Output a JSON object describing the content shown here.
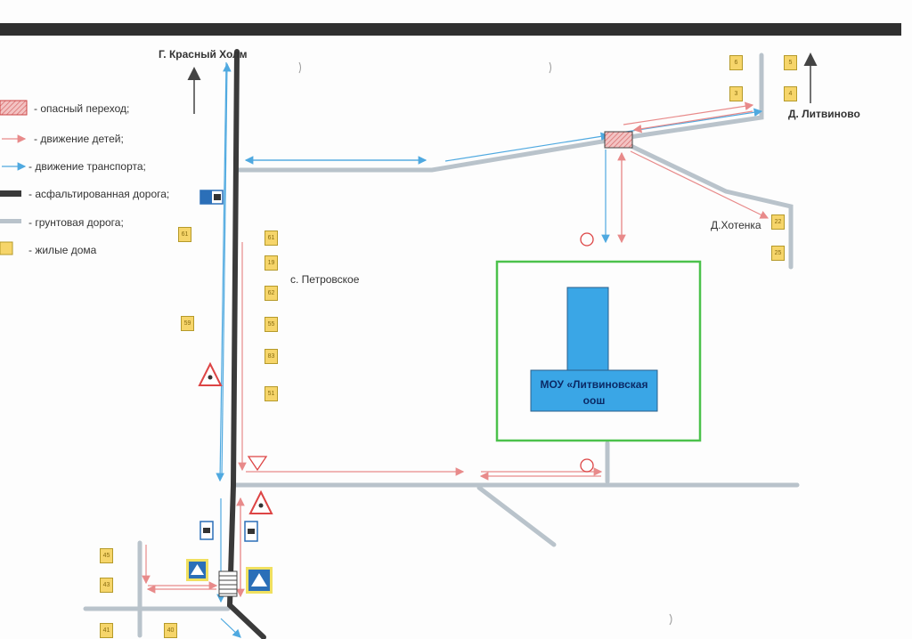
{
  "legend": {
    "dangerous_crossing": "- опасный переход;",
    "children_movement": "- движение детей;",
    "transport_movement": "- движение транспорта;",
    "asphalt_road": "- асфальтированная  дорога;",
    "dirt_road": "- грунтовая дорога;",
    "houses": "- жилые дома"
  },
  "places": {
    "krasny_kholm": "Г. Красный Холм",
    "litvinovo": "Д. Литвиново",
    "khotenka": "Д.Хотенка",
    "petrovskoe": "с. Петровское",
    "school_line1": "МОУ «Литвиновская",
    "school_line2": "оош"
  },
  "houses": [
    {
      "id": "h-top-1",
      "label": "6"
    },
    {
      "id": "h-top-2",
      "label": "5"
    },
    {
      "id": "h-top-3",
      "label": "3"
    },
    {
      "id": "h-top-4",
      "label": "4"
    },
    {
      "id": "h-khot-1",
      "label": "22"
    },
    {
      "id": "h-khot-2",
      "label": "25"
    },
    {
      "id": "h-left-1",
      "label": "61"
    },
    {
      "id": "h-left-2",
      "label": "59"
    },
    {
      "id": "h-mid-1",
      "label": "61"
    },
    {
      "id": "h-mid-2",
      "label": "19"
    },
    {
      "id": "h-mid-3",
      "label": "62"
    },
    {
      "id": "h-mid-4",
      "label": "55"
    },
    {
      "id": "h-mid-5",
      "label": "83"
    },
    {
      "id": "h-mid-6",
      "label": "51"
    },
    {
      "id": "h-bot-1",
      "label": "45"
    },
    {
      "id": "h-bot-2",
      "label": "43"
    },
    {
      "id": "h-bot-3",
      "label": "41"
    },
    {
      "id": "h-bot-4",
      "label": "40"
    }
  ],
  "colors": {
    "asphalt": "#3a3a3a",
    "dirt": "#b9c3cb",
    "children": "#e88a8a",
    "transport": "#4fa9e0",
    "school_fill": "#3aa6e6",
    "school_border": "#4cc24c",
    "house_fill": "#f6d56a"
  }
}
